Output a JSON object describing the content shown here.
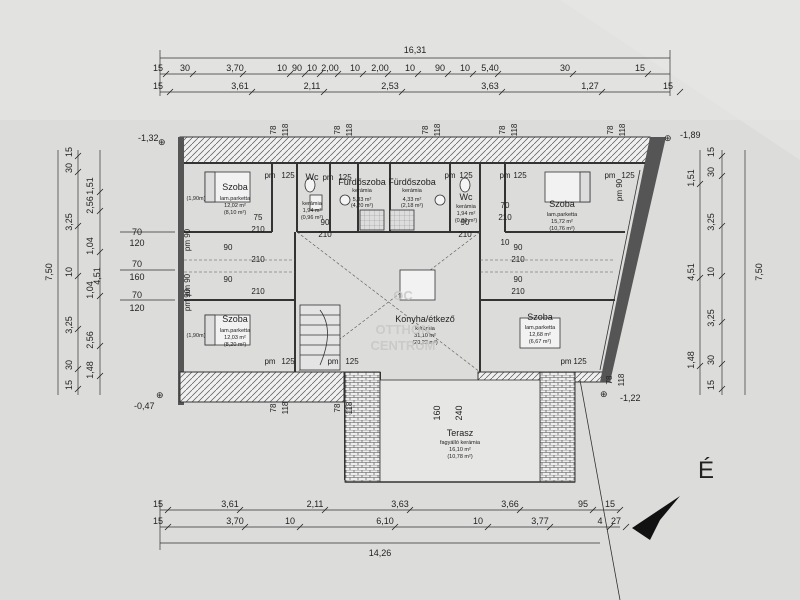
{
  "plan": {
    "top_dims": {
      "total": "16,31",
      "row1": [
        "15",
        "30",
        "3,70",
        "10",
        "90",
        "10",
        "2,00",
        "10",
        "2,00",
        "10",
        "90",
        "10",
        "5,40",
        "30",
        "15"
      ],
      "row2": [
        "15",
        "3,61",
        "2,11",
        "2,53",
        "3,63",
        "1,27",
        "15"
      ]
    },
    "bottom_dims": {
      "row1": [
        "15",
        "3,61",
        "2,11",
        "3,63",
        "3,66",
        "95",
        "15"
      ],
      "row2": [
        "15",
        "3,70",
        "10",
        "6,10",
        "10",
        "3,77",
        "4",
        "27"
      ],
      "total": "14,26"
    },
    "left_dims": {
      "total": "7,50",
      "col_a": [
        "15",
        "30",
        "3,25",
        "10",
        "3,25",
        "30",
        "15"
      ],
      "col_b": [
        "1,51",
        "2,56",
        "1,04",
        "1,04",
        "2,56",
        "1,48"
      ],
      "col_c": [
        "4,51"
      ],
      "openings": [
        "70",
        "120",
        "70",
        "160",
        "70",
        "120"
      ]
    },
    "right_dims": {
      "total": "7,50",
      "col_a": [
        "15",
        "30",
        "3,25",
        "10",
        "3,25",
        "30",
        "15"
      ],
      "col_b": [
        "1,51",
        "4,51",
        "1,48"
      ]
    },
    "level_marks": [
      "-1,32",
      "-1,89",
      "-0,47",
      "-1,22"
    ],
    "window_dims": [
      "78",
      "118",
      "78",
      "118",
      "78",
      "118",
      "78",
      "118",
      "78",
      "118",
      "78",
      "118",
      "78",
      "118",
      "78",
      "118"
    ],
    "door_dims": [
      "75",
      "210",
      "90",
      "210",
      "90",
      "210",
      "90",
      "210",
      "90",
      "210",
      "90",
      "210",
      "90",
      "210",
      "70",
      "210",
      "10"
    ],
    "pm_labels": [
      "pm",
      "125",
      "pm",
      "125",
      "pm",
      "125",
      "pm",
      "125",
      "pm",
      "125",
      "pm",
      "125",
      "pm",
      "125",
      "pm",
      "125"
    ],
    "pm_side": [
      "pm 90",
      "pm 90",
      "pm 90",
      "pm 90"
    ],
    "rooms": [
      {
        "name": "Szoba",
        "floor": "lam.parketta",
        "area": "12,02 m²",
        "area2": "(8,10 m²)",
        "extra": "(1,90m)"
      },
      {
        "name": "Wc",
        "floor": "kerámia",
        "area": "1,94 m²",
        "area2": "(0,96 m²)"
      },
      {
        "name": "Fürdőszoba",
        "floor": "kerámia",
        "area": "5,33 m²",
        "area2": "(4,20 m²)"
      },
      {
        "name": "Fürdőszoba",
        "floor": "kerámia",
        "area": "4,33 m²",
        "area2": "(2,18 m²)"
      },
      {
        "name": "Wc",
        "floor": "kerámia",
        "area": "1,94 m²",
        "area2": "(0,96 m²)"
      },
      {
        "name": "Szoba",
        "floor": "lam.parketta",
        "area": "15,72 m²",
        "area2": "(10,76 m²)"
      },
      {
        "name": "Szoba",
        "floor": "lam.parketta",
        "area": "12,03 m²",
        "area2": "(8,20 m²)",
        "extra": "(1,90m)"
      },
      {
        "name": "Konyha/étkező",
        "floor": "kerámia",
        "area": "31,10 m²",
        "area2": "(20,22 m²)"
      },
      {
        "name": "Szoba",
        "floor": "lam.parketta",
        "area": "12,68 m²",
        "area2": "(6,67 m²)"
      },
      {
        "name": "Terasz",
        "floor": "fagyálló kerámia",
        "area": "16,10 m²",
        "area2": "(10,78 m²)"
      }
    ],
    "terrace_dims": [
      "160",
      "240"
    ],
    "north_label": "É",
    "watermark": {
      "logo": "OC",
      "text1": "OTTHON",
      "text2": "CENTRUM"
    },
    "colors": {
      "paper": "#dcdcda",
      "line": "#2a2a2a",
      "wall": "#555555",
      "red": "#b03030"
    }
  }
}
